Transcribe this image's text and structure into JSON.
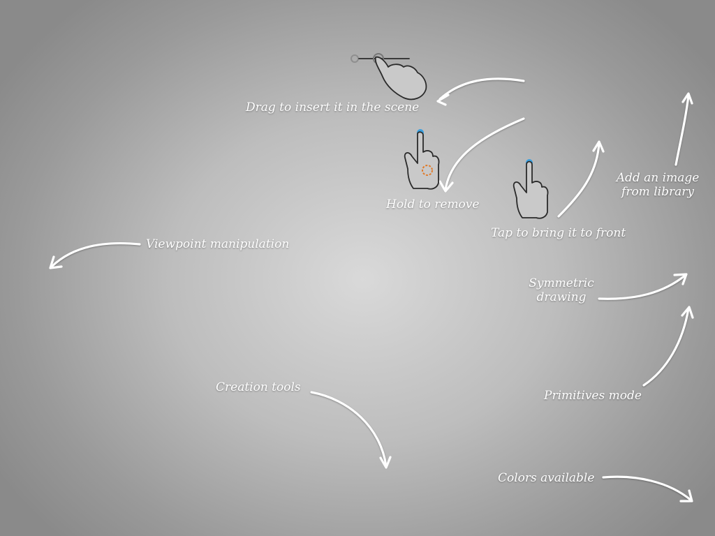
{
  "overlay": {
    "labels": {
      "drag_insert": "Drag to insert it in the scene",
      "hold_remove": "Hold to remove",
      "tap_front": "Tap to bring it to front",
      "add_image_line1": "Add an image",
      "add_image_line2": "from library",
      "viewpoint": "Viewpoint manipulation",
      "symmetric_line1": "Symmetric",
      "symmetric_line2": "drawing",
      "creation_tools": "Creation tools",
      "primitives_mode": "Primitives mode",
      "colors_available": "Colors available"
    },
    "icons": {
      "drag_gesture": "drag-hand-icon",
      "hold_gesture": "hold-hand-icon",
      "tap_gesture": "tap-hand-icon"
    },
    "colors": {
      "text": "#ffffff",
      "touch_point": "#3aa0e0",
      "hold_indicator": "#e07a2a"
    }
  }
}
